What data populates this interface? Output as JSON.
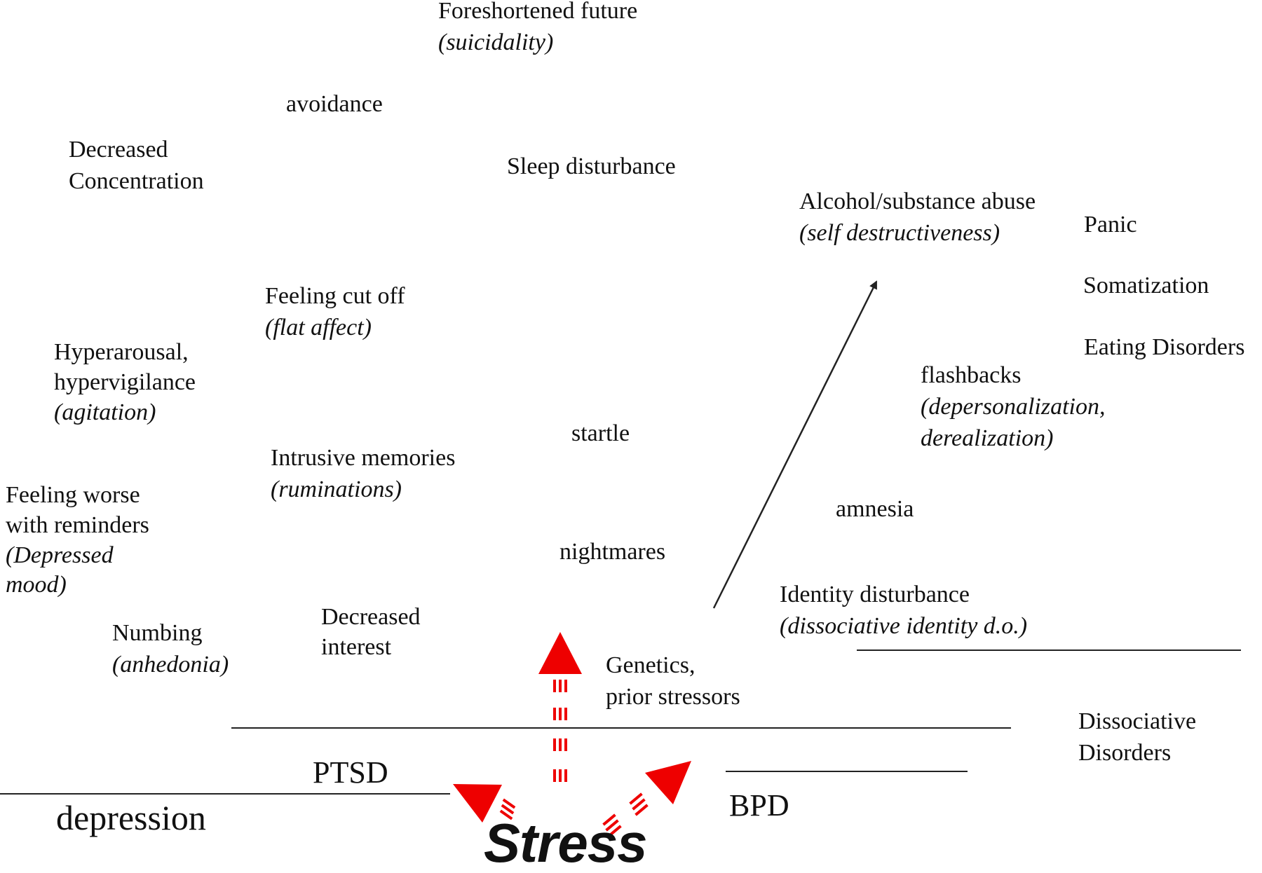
{
  "labels": {
    "foreshortened": {
      "main": "Foreshortened future",
      "sub": "(suicidality)"
    },
    "avoidance": {
      "main": "avoidance"
    },
    "decreased_concentration": {
      "lines": [
        "Decreased",
        "Concentration"
      ]
    },
    "sleep": {
      "main": "Sleep disturbance"
    },
    "alcohol": {
      "main": "Alcohol/substance abuse",
      "sub": "(self destructiveness)"
    },
    "panic": {
      "main": "Panic"
    },
    "somatization": {
      "main": "Somatization"
    },
    "eating": {
      "main": "Eating Disorders"
    },
    "feeling_cut_off": {
      "main": "Feeling cut off",
      "sub": "(flat affect)"
    },
    "hyperarousal": {
      "lines": [
        "Hyperarousal,",
        "hypervigilance"
      ],
      "sub": "(agitation)"
    },
    "flashbacks": {
      "main": "flashbacks",
      "sub_lines": [
        "(depersonalization,",
        "derealization)"
      ]
    },
    "startle": {
      "main": "startle"
    },
    "intrusive": {
      "main": "Intrusive memories",
      "sub": "(ruminations)"
    },
    "feeling_worse": {
      "lines": [
        "Feeling worse",
        "with reminders"
      ],
      "sub_lines": [
        "(Depressed",
        "mood)"
      ]
    },
    "amnesia": {
      "main": "amnesia"
    },
    "nightmares": {
      "main": "nightmares"
    },
    "identity": {
      "main": "Identity disturbance",
      "sub": "(dissociative identity d.o.)"
    },
    "numbing": {
      "main": "Numbing",
      "sub": "(anhedonia)"
    },
    "decreased_interest": {
      "lines": [
        "Decreased",
        "interest"
      ]
    },
    "genetics": {
      "lines": [
        "Genetics,",
        "prior stressors"
      ]
    },
    "dissociative": {
      "lines": [
        "Dissociative",
        "Disorders"
      ]
    },
    "ptsd": "PTSD",
    "depression": "depression",
    "bpd": "BPD",
    "stress": "Stress"
  },
  "colors": {
    "text": "#111111",
    "line": "#222222",
    "arrow_red": "#ee0000"
  }
}
